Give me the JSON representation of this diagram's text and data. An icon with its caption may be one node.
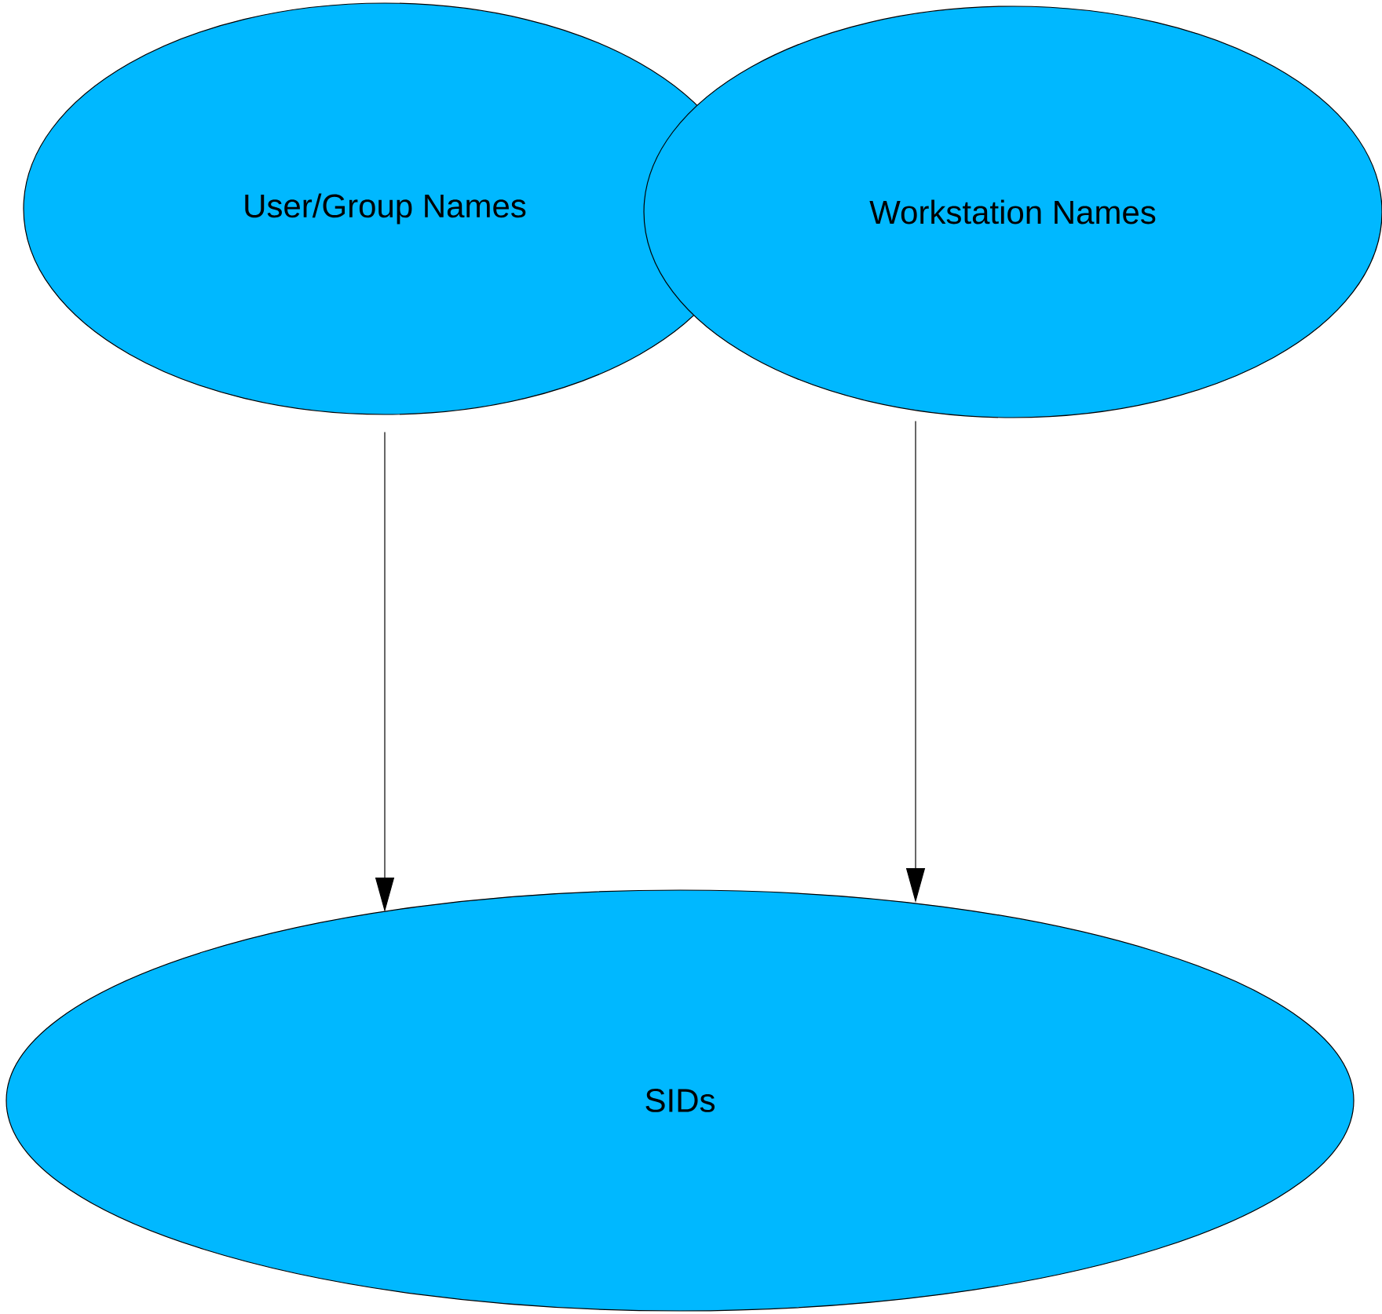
{
  "diagram": {
    "nodes": [
      {
        "text": [
          "User/Group Names"
        ]
      },
      {
        "text": [
          "Workstation Names"
        ]
      },
      {
        "text": [
          "SIDs"
        ]
      }
    ],
    "edges": [
      {
        "from": 0,
        "to": 2,
        "arrow": "to"
      },
      {
        "from": 1,
        "to": 2,
        "arrow": "to"
      }
    ]
  }
}
